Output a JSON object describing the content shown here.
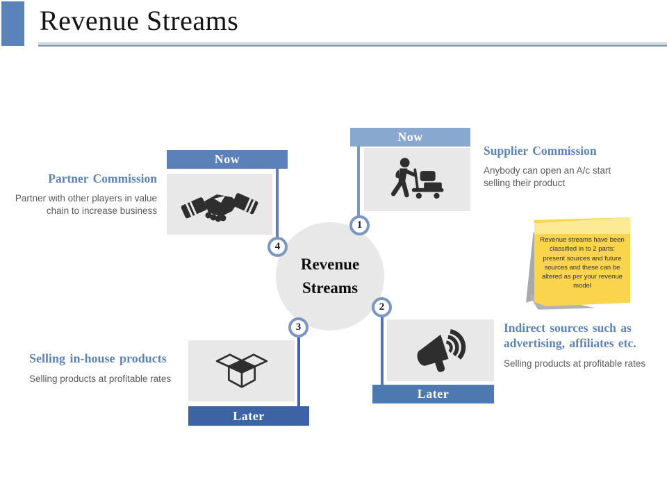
{
  "slide_title": "Revenue Streams",
  "center_circle": {
    "line1": "Revenue",
    "line2": "Streams"
  },
  "banners": {
    "supplier": "Now",
    "partner": "Now",
    "inhouse": "Later",
    "indirect": "Later"
  },
  "markers": {
    "supplier": "1",
    "indirect": "2",
    "inhouse": "3",
    "partner": "4"
  },
  "items": {
    "supplier": {
      "title": "Supplier  Commission",
      "desc": "Anybody can open an A/c start selling their product",
      "icon": "porter-cart-icon"
    },
    "partner": {
      "title": "Partner Commission",
      "desc": "Partner with other players in value chain to increase business",
      "icon": "handshake-icon"
    },
    "inhouse": {
      "title": "Selling in-house products",
      "desc": "Selling products at profitable rates",
      "icon": "open-box-icon"
    },
    "indirect": {
      "title": "Indirect sources such as advertising, affiliates etc.",
      "desc": "Selling products at profitable rates",
      "icon": "megaphone-icon"
    }
  },
  "sticky_note": {
    "text": "Revenue streams have been classified in to 2 parts: present sources and future sources and these can be altered as per your revenue model"
  },
  "colors": {
    "accent_blue": "#5b82b8",
    "banner_light_blue": "#89a8d0",
    "banner_medium_blue": "#4d79b0",
    "banner_dark_blue": "#3c64a2",
    "heading_blue": "#5d83b8",
    "body_gray": "#595959",
    "box_gray": "#e8e8e8",
    "note_yellow": "#fbd44e"
  }
}
